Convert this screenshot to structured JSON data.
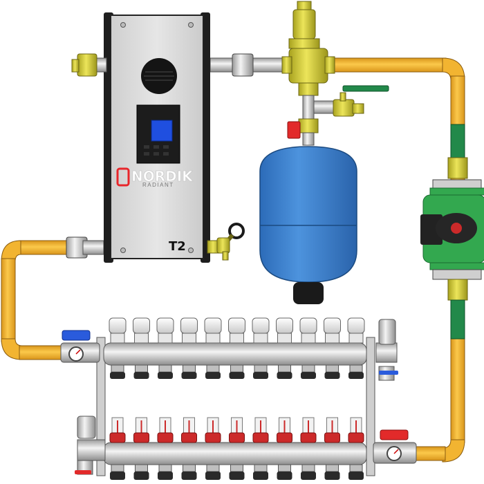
{
  "boiler": {
    "brand": "NORDIK",
    "sub_brand": "RADIANT",
    "badge": "T2",
    "casing_color": "#d8d8d8",
    "frame_color": "#1e1e1e",
    "display_color": "#1f4fe0",
    "logo_color": "#e8262b"
  },
  "expansion_tank": {
    "color": "#3a7fd1"
  },
  "circulator_pump": {
    "body_color": "#33a84f",
    "motor_color": "#222222",
    "dial_color": "#cc2a2a"
  },
  "manifold": {
    "supply_ports": 11,
    "return_ports": 11,
    "flowmeter_color": "#cc2a2a",
    "valve_handle_supply": "#2a5bdc",
    "valve_handle_return": "#cc2a2a"
  },
  "piping": {
    "pipe_color": "#f2b431",
    "brass_color": "#d6cf3b"
  },
  "icons": [
    "air-vent-icon",
    "pressure-gauge-icon",
    "ball-valve-icon",
    "drain-valve-icon",
    "safety-valve-icon"
  ]
}
